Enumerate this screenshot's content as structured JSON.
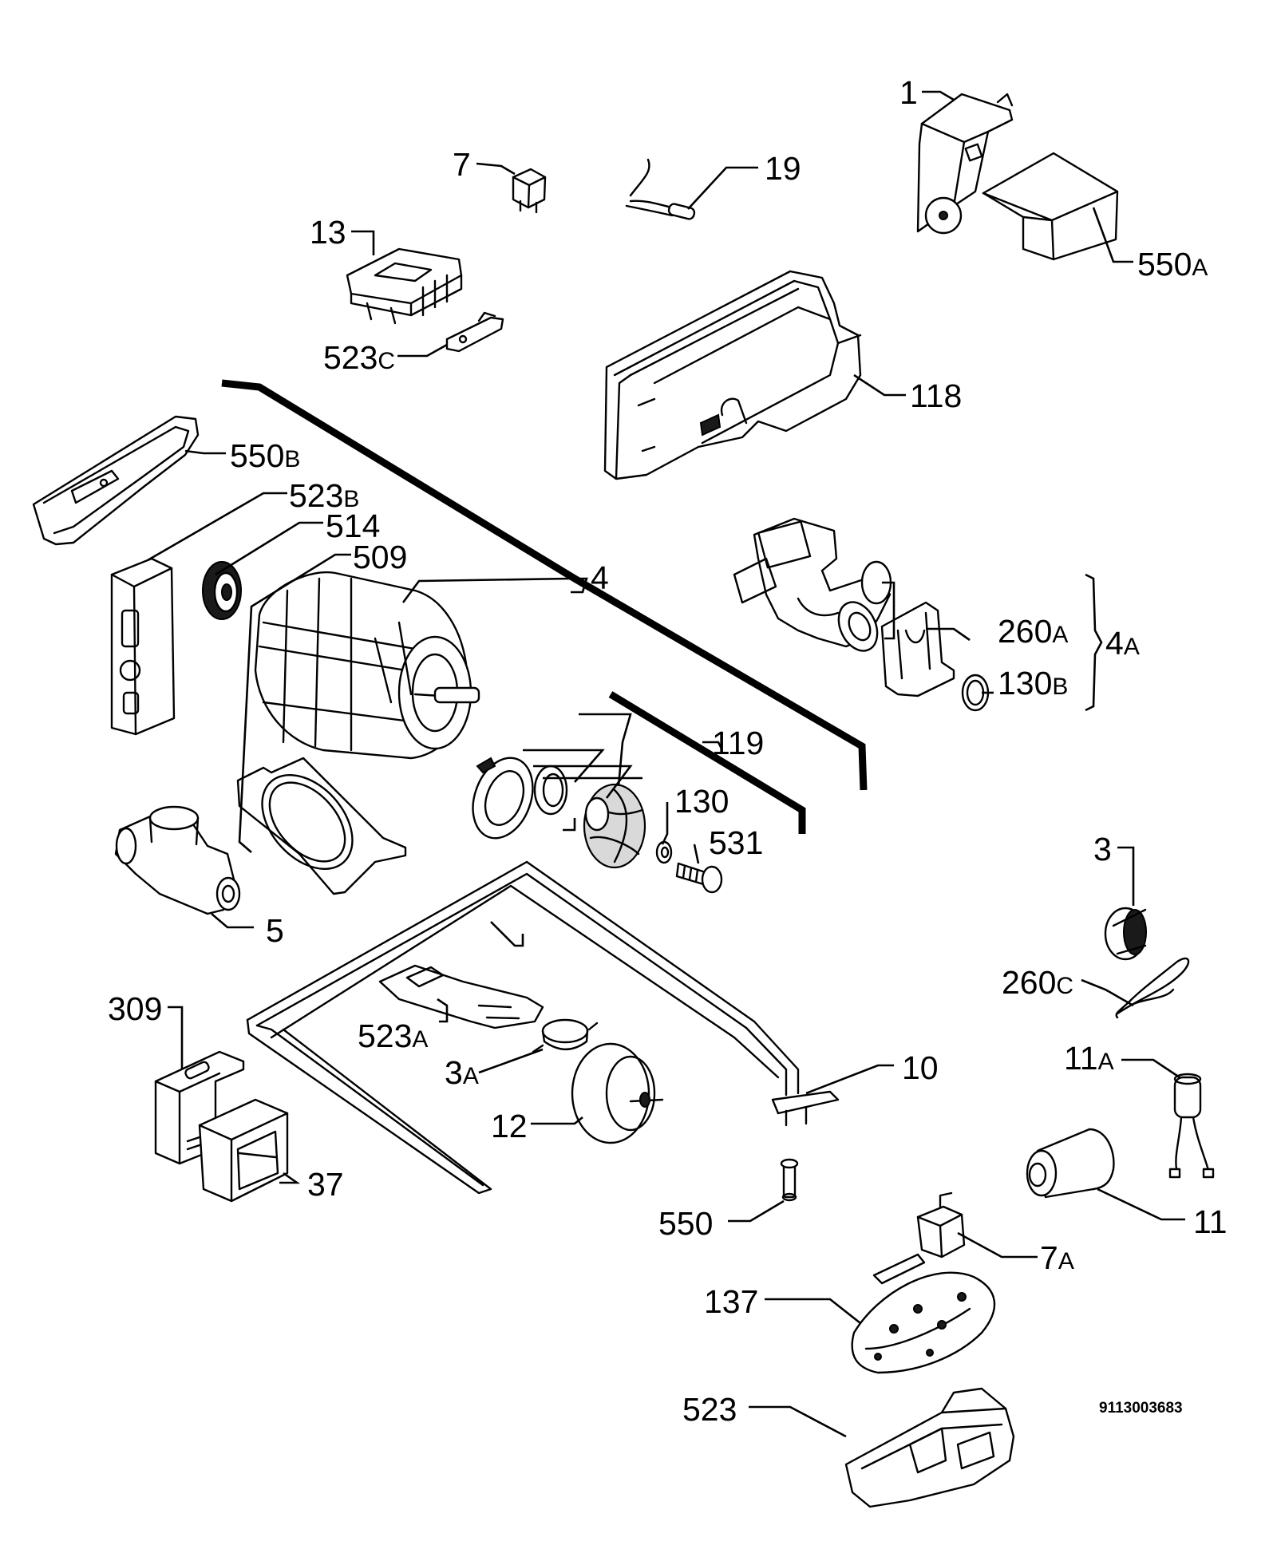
{
  "labels": {
    "p1": {
      "num": "1",
      "suf": ""
    },
    "p7": {
      "num": "7",
      "suf": ""
    },
    "p19": {
      "num": "19",
      "suf": ""
    },
    "p13": {
      "num": "13",
      "suf": ""
    },
    "p550a": {
      "num": "550",
      "suf": "A"
    },
    "p523c": {
      "num": "523",
      "suf": "C"
    },
    "p118": {
      "num": "118",
      "suf": ""
    },
    "p550b": {
      "num": "550",
      "suf": "B"
    },
    "p523b": {
      "num": "523",
      "suf": "B"
    },
    "p514": {
      "num": "514",
      "suf": ""
    },
    "p509": {
      "num": "509",
      "suf": ""
    },
    "p4": {
      "num": "4",
      "suf": ""
    },
    "p260a": {
      "num": "260",
      "suf": "A"
    },
    "p4a": {
      "num": "4",
      "suf": "A"
    },
    "p130b": {
      "num": "130",
      "suf": "B"
    },
    "p119": {
      "num": "119",
      "suf": ""
    },
    "p130": {
      "num": "130",
      "suf": ""
    },
    "p531": {
      "num": "531",
      "suf": ""
    },
    "p5": {
      "num": "5",
      "suf": ""
    },
    "p3": {
      "num": "3",
      "suf": ""
    },
    "p260c": {
      "num": "260",
      "suf": "C"
    },
    "p309": {
      "num": "309",
      "suf": ""
    },
    "p523a": {
      "num": "523",
      "suf": "A"
    },
    "p3a": {
      "num": "3",
      "suf": "A"
    },
    "p10": {
      "num": "10",
      "suf": ""
    },
    "p11a": {
      "num": "11",
      "suf": "A"
    },
    "p12": {
      "num": "12",
      "suf": ""
    },
    "p37": {
      "num": "37",
      "suf": ""
    },
    "p550": {
      "num": "550",
      "suf": ""
    },
    "p11": {
      "num": "11",
      "suf": ""
    },
    "p7a": {
      "num": "7",
      "suf": "A"
    },
    "p137": {
      "num": "137",
      "suf": ""
    },
    "p523": {
      "num": "523",
      "suf": ""
    }
  },
  "drawing_code": "9113003683"
}
